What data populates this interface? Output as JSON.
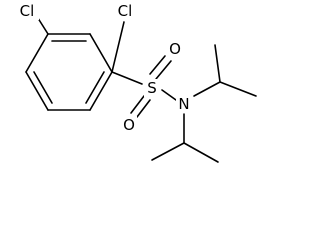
{
  "molecule": {
    "atoms": {
      "cl_para": "Cl",
      "cl_ortho": "Cl",
      "sulfur": "S",
      "oxygen_top": "O",
      "oxygen_bottom": "O",
      "nitrogen": "N"
    }
  }
}
